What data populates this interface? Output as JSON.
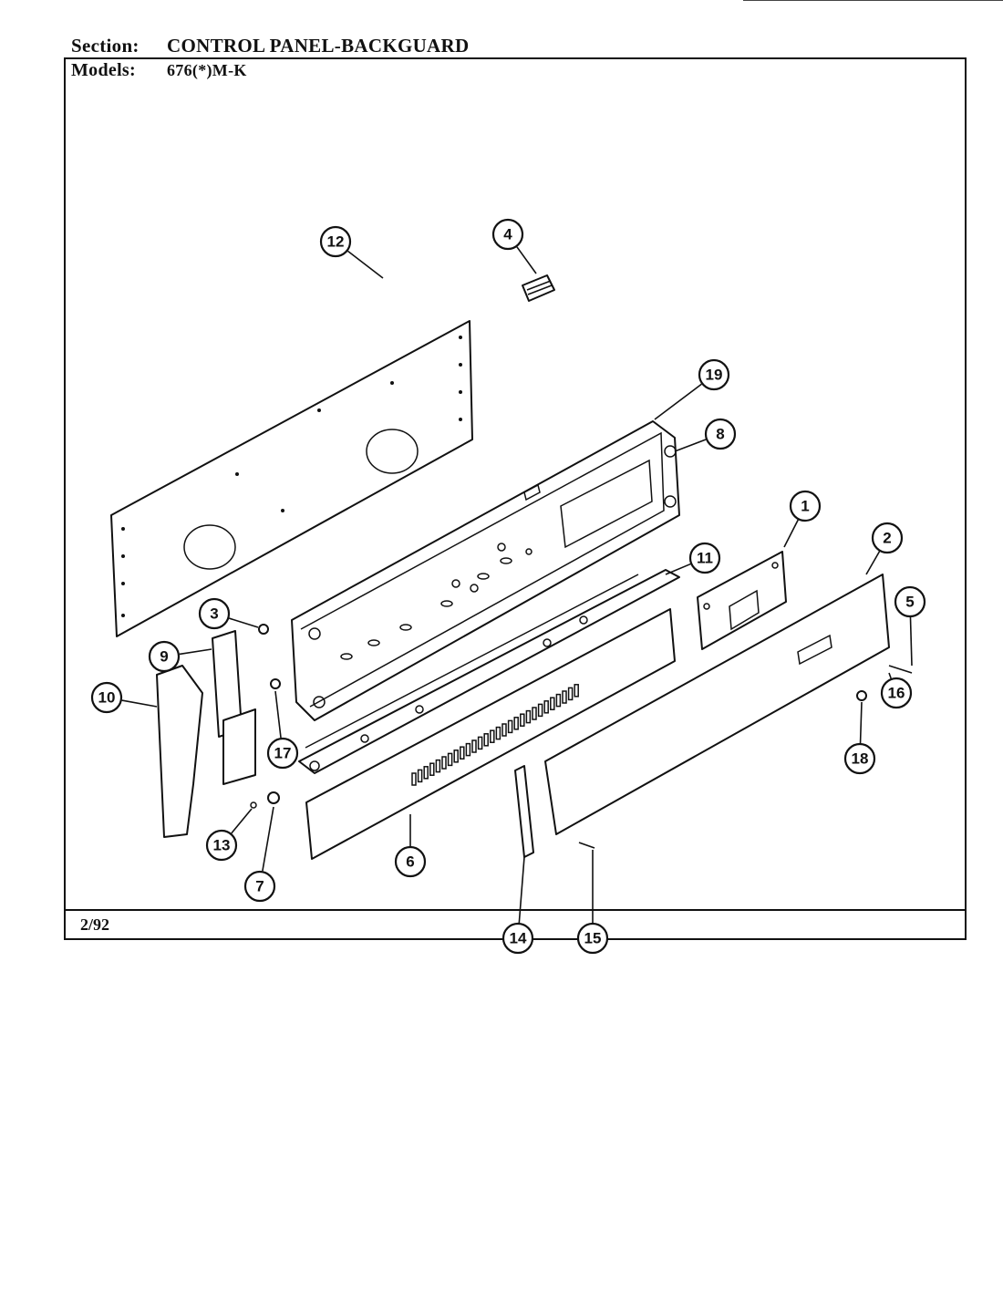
{
  "header": {
    "section_label": "Section:",
    "section_value": "CONTROL PANEL-BACKGUARD",
    "models_label": "Models:",
    "models_value": "676(*)M-K"
  },
  "footer": {
    "date": "2/92"
  },
  "callouts": [
    "1",
    "2",
    "3",
    "4",
    "5",
    "6",
    "7",
    "8",
    "9",
    "10",
    "11",
    "12",
    "13",
    "14",
    "15",
    "16",
    "17",
    "18",
    "19"
  ]
}
